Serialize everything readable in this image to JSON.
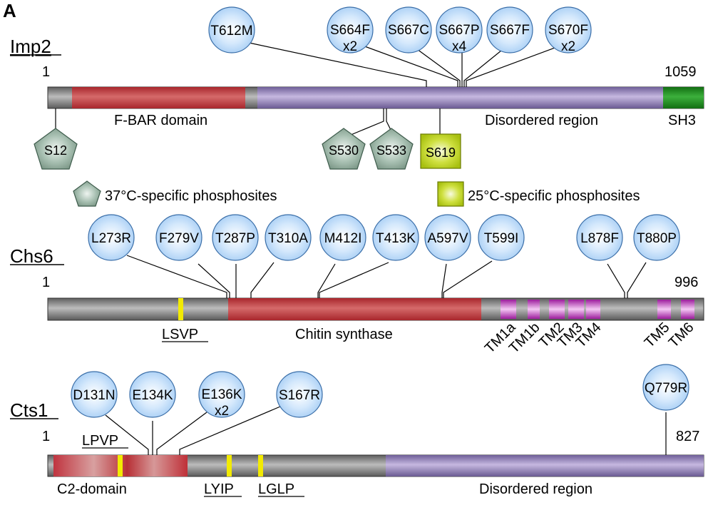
{
  "panel_label": "A",
  "imp2": {
    "name": "Imp2",
    "start": "1",
    "end": "1059",
    "domains": {
      "fbar": "F-BAR domain",
      "disordered": "Disordered region",
      "sh3": "SH3"
    },
    "mutations": [
      {
        "line1": "T612M",
        "line2": ""
      },
      {
        "line1": "S664F",
        "line2": "x2"
      },
      {
        "line1": "S667C",
        "line2": ""
      },
      {
        "line1": "S667P",
        "line2": "x4"
      },
      {
        "line1": "S667F",
        "line2": ""
      },
      {
        "line1": "S670F",
        "line2": "x2"
      }
    ],
    "phosphosites": [
      {
        "label": "S12",
        "kind": "37C"
      },
      {
        "label": "S530",
        "kind": "37C"
      },
      {
        "label": "S533",
        "kind": "37C"
      },
      {
        "label": "S619",
        "kind": "25C"
      }
    ]
  },
  "legend": {
    "p37": "37°C-specific phosphosites",
    "p25": "25°C-specific phosphosites"
  },
  "chs6": {
    "name": "Chs6",
    "start": "1",
    "end": "996",
    "motif": "LSVP",
    "domain": "Chitin synthase",
    "mutations": [
      "L273R",
      "F279V",
      "T287P",
      "T310A",
      "M412I",
      "T413K",
      "A597V",
      "T599I",
      "L878F",
      "T880P"
    ],
    "tm": [
      "TM1a",
      "TM1b",
      "TM2",
      "TM3",
      "TM4",
      "TM5",
      "TM6"
    ]
  },
  "cts1": {
    "name": "Cts1",
    "start": "1",
    "end": "827",
    "motifs": [
      "LPVP",
      "LYIP",
      "LGLP"
    ],
    "domains": {
      "c2": "C2-domain",
      "disordered": "Disordered region"
    },
    "mutations": [
      {
        "line1": "D131N",
        "line2": ""
      },
      {
        "line1": "E134K",
        "line2": ""
      },
      {
        "line1": "E136K",
        "line2": "x2"
      },
      {
        "line1": "S167R",
        "line2": ""
      },
      {
        "line1": "Q779R",
        "line2": ""
      }
    ]
  },
  "colors": {
    "mutation_fill": "#b8d8f8",
    "fbar": "#c0343f",
    "disordered": "#8f7ab8",
    "sh3": "#1e8a1e",
    "chitin_synthase": "#c0343f",
    "tm": "#c43cc4",
    "motif": "#f2ea00",
    "phospho37": "#8aa898",
    "phospho25": "#b8d020"
  }
}
